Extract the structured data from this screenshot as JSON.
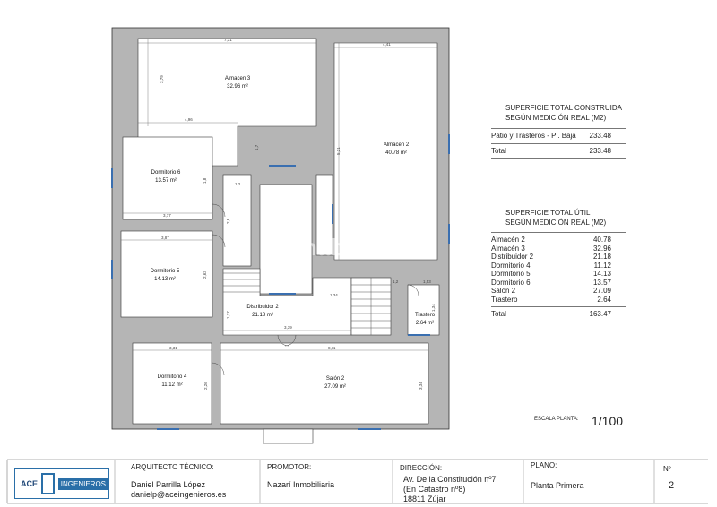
{
  "rooms": [
    {
      "name": "Almacen 3",
      "area": "32.96 m²"
    },
    {
      "name": "Almacen 2",
      "area": "40.78 m²"
    },
    {
      "name": "Dormitorio 6",
      "area": "13.57 m²"
    },
    {
      "name": "Dormitorio 5",
      "area": "14.13 m²"
    },
    {
      "name": "Distribuidor 2",
      "area": "21.18 m²"
    },
    {
      "name": "Trastero",
      "area": "2.64 m²"
    },
    {
      "name": "Dormitorio 4",
      "area": "11.12 m²"
    },
    {
      "name": "Salón 2",
      "area": "27.09 m²"
    }
  ],
  "dims": [
    "7,31",
    "4,41",
    "3,79",
    "4,96",
    "1,7",
    "5,21",
    "1,2",
    "1,8",
    "2,8",
    "3,77",
    "3,87",
    "2,63",
    "1,34",
    "1,2",
    "1,53",
    "1,34",
    "1,37",
    "3,39",
    "3,31",
    "8,11",
    "2,26",
    "3,34"
  ],
  "watermark": "habitaclia",
  "constructed": {
    "title1": "SUPERFICIE TOTAL CONSTRUIDA",
    "title2": "SEGÚN MEDICIÓN REAL (M2)",
    "rows": [
      {
        "label": "Patio y Trasteros - Pl. Baja",
        "value": "233.48"
      }
    ],
    "total_label": "Total",
    "total_value": "233.48"
  },
  "useful": {
    "title1": "SUPERFICIE TOTAL ÚTIL",
    "title2": "SEGÚN MEDICIÓN REAL (M2)",
    "rows": [
      {
        "label": "Almacén 2",
        "value": "40.78"
      },
      {
        "label": "Almacén 3",
        "value": "32.96"
      },
      {
        "label": "Distribuidor 2",
        "value": "21.18"
      },
      {
        "label": "Dormitorio 4",
        "value": "11.12"
      },
      {
        "label": "Dormitorio 5",
        "value": "14.13"
      },
      {
        "label": "Dormitorio 6",
        "value": "13.57"
      },
      {
        "label": "Salón 2",
        "value": "27.09"
      },
      {
        "label": "Trastero",
        "value": "2.64"
      }
    ],
    "total_label": "Total",
    "total_value": "163.47"
  },
  "scale": {
    "label": "ESCALA PLANTA:",
    "value": "1/100"
  },
  "title_block": {
    "logo_left": "ACE",
    "logo_right": "INGENIEROS",
    "arch_label": "ARQUITECTO TÉCNICO:",
    "arch_name": "Daniel Parrilla López",
    "arch_email": "danielp@aceingenieros.es",
    "promoter_label": "PROMOTOR:",
    "promoter": "Nazarí Inmobiliaria",
    "address_label": "DIRECCIÓN:",
    "address_1": "Av. De la Constitución nº7",
    "address_2": "(En Catastro nº8)",
    "address_3": "18811 Zújar",
    "plan_label": "PLANO:",
    "plan": "Planta Primera",
    "num_label": "Nº",
    "num": "2"
  }
}
